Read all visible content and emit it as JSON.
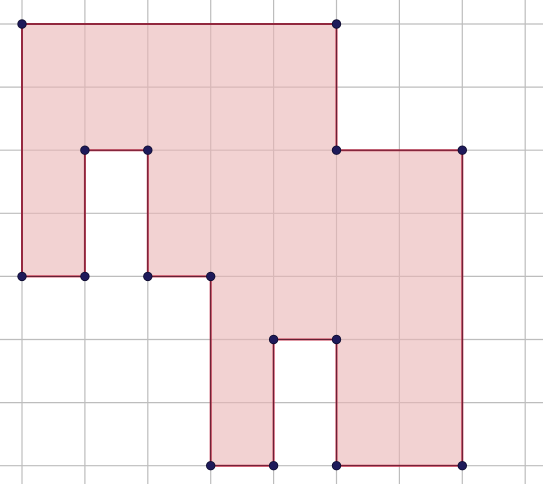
{
  "colors": {
    "grid": "#bdbdbd",
    "polygon_fill": "#e9b4b4",
    "polygon_stroke": "#c0304a",
    "vertex": "#1e1a5a",
    "background": "#ffffff"
  },
  "grid": {
    "columns": [
      0,
      1,
      2,
      3,
      4,
      5,
      6,
      7,
      8
    ],
    "rows": [
      0,
      1,
      2,
      3,
      4,
      5,
      6,
      7
    ]
  },
  "polygon": {
    "vertices": [
      {
        "x": 0,
        "y": 0
      },
      {
        "x": 5,
        "y": 0
      },
      {
        "x": 5,
        "y": 2
      },
      {
        "x": 7,
        "y": 2
      },
      {
        "x": 7,
        "y": 7
      },
      {
        "x": 5,
        "y": 7
      },
      {
        "x": 5,
        "y": 5
      },
      {
        "x": 4,
        "y": 5
      },
      {
        "x": 4,
        "y": 7
      },
      {
        "x": 3,
        "y": 7
      },
      {
        "x": 3,
        "y": 4
      },
      {
        "x": 2,
        "y": 4
      },
      {
        "x": 2,
        "y": 2
      },
      {
        "x": 1,
        "y": 2
      },
      {
        "x": 1,
        "y": 4
      },
      {
        "x": 0,
        "y": 4
      }
    ]
  }
}
